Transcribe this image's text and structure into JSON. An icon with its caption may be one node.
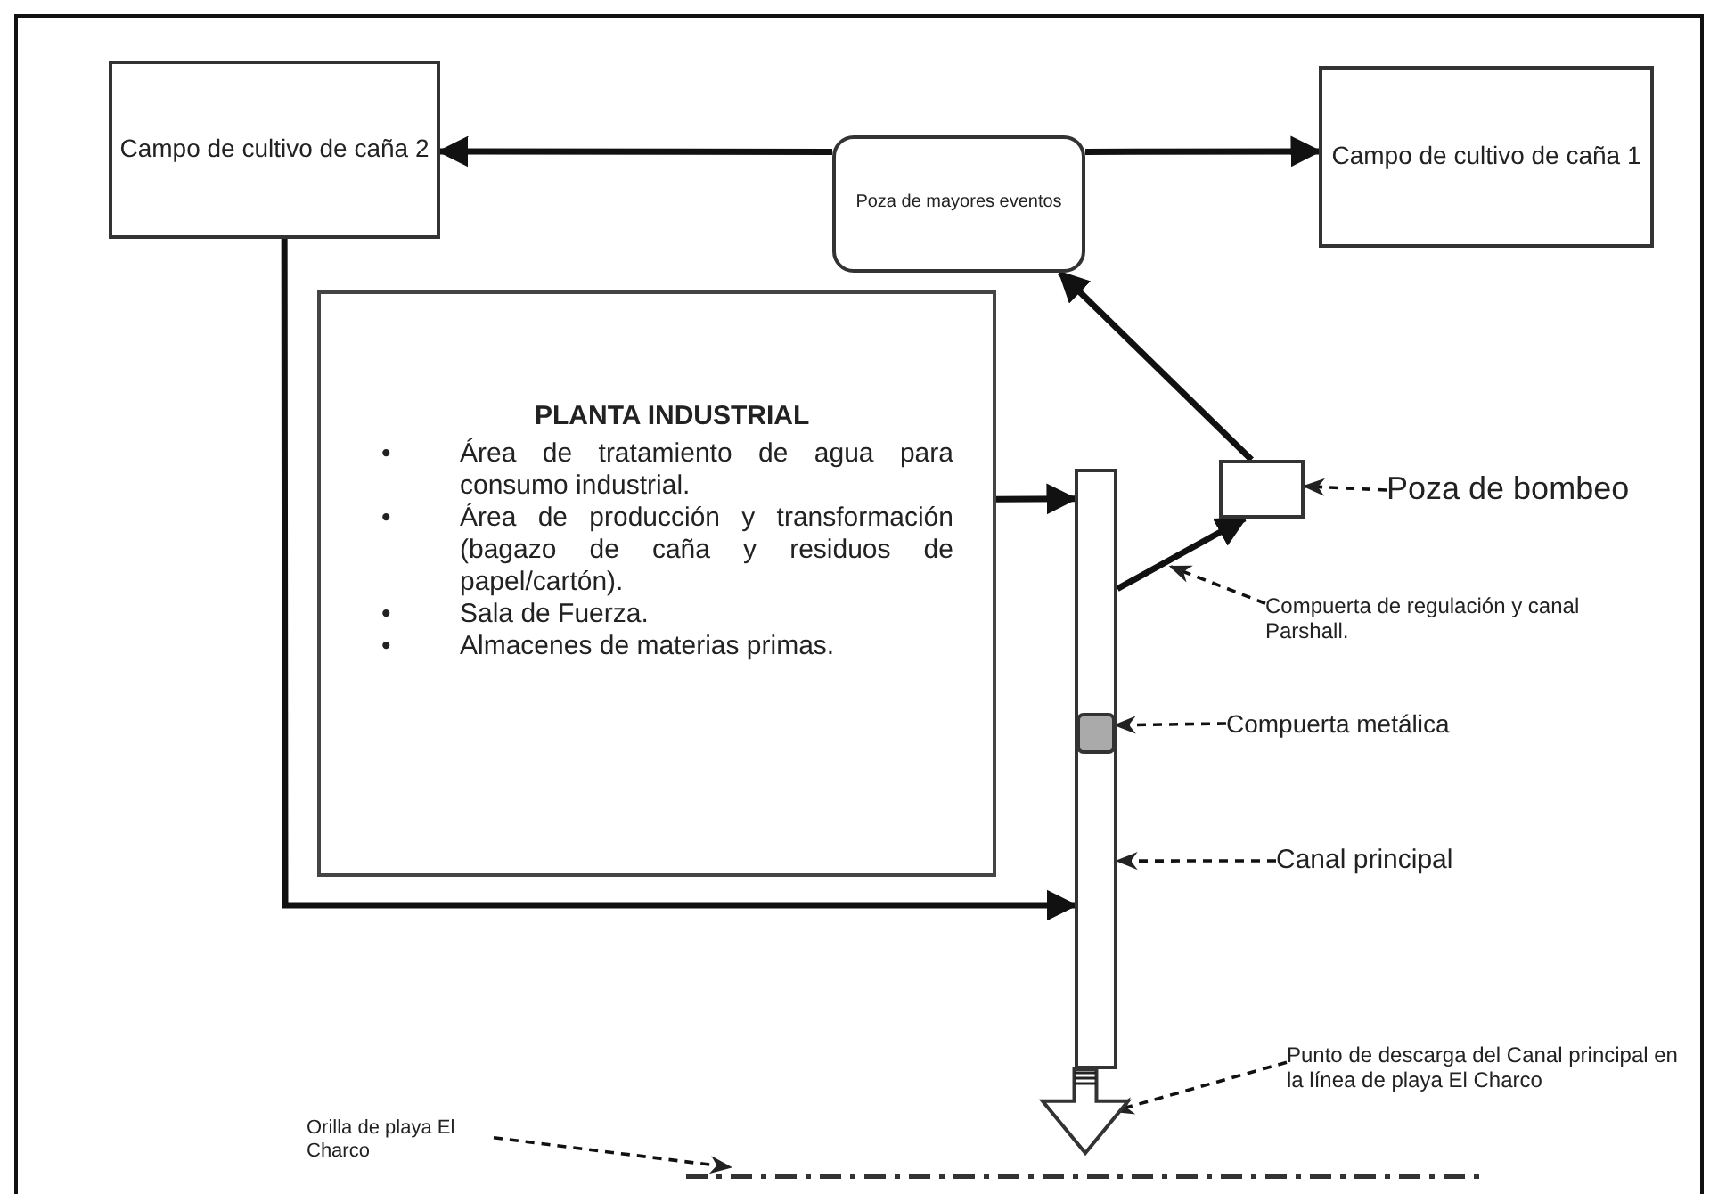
{
  "diagram": {
    "nodes": [
      {
        "text": [
          "Campo de cultivo de caña 2"
        ]
      },
      {
        "text": [
          "Poza de mayores eventos"
        ]
      },
      {
        "text": [
          "Campo de cultivo de caña 1"
        ]
      },
      {
        "text": [
          "PLANTA INDUSTRIAL",
          "Área de tratamiento de agua para consumo industrial.",
          "Área de producción y transformación (bagazo de caña y residuos de papel/cartón).",
          "Sala de Fuerza.",
          "Almacenes de materias primas."
        ]
      },
      {
        "text": [],
        "shape": "bar"
      },
      {
        "text": [],
        "shape": "box"
      },
      {
        "text": [],
        "shape": "box",
        "in": 4
      },
      {
        "text": [],
        "shape": "arrow"
      },
      {
        "text": [],
        "shape": "line"
      },
      {
        "text": [
          "Poza de bombeo"
        ]
      },
      {
        "text": [
          "Compuerta de regulación y canal Parshall."
        ]
      },
      {
        "text": [
          "Compuerta metálica"
        ]
      },
      {
        "text": [
          "Canal principal"
        ]
      },
      {
        "text": [
          "Punto de descarga del Canal principal en la línea de playa El Charco"
        ]
      },
      {
        "text": [
          "Orilla de playa El Charco"
        ]
      }
    ],
    "edges": [
      {
        "from": 1,
        "to": 0,
        "arrow": "to",
        "style": "thick"
      },
      {
        "from": 1,
        "to": 2,
        "arrow": "to",
        "style": "thick"
      },
      {
        "from": 0,
        "to": 4,
        "arrow": "to",
        "style": "thick"
      },
      {
        "from": 3,
        "to": 4,
        "arrow": "to",
        "style": "thick"
      },
      {
        "from": 4,
        "to": 5,
        "arrow": "to",
        "style": "thick"
      },
      {
        "from": 5,
        "to": 1,
        "arrow": "to",
        "style": "thick"
      },
      {
        "from": 9,
        "to": 5,
        "arrow": "to",
        "style": "dashed"
      },
      {
        "from": 10,
        "to": null,
        "arrow": "to",
        "style": "dashed"
      },
      {
        "from": 11,
        "to": 6,
        "arrow": "to",
        "style": "dashed"
      },
      {
        "from": 12,
        "to": 4,
        "arrow": "to",
        "style": "dashed"
      },
      {
        "from": 13,
        "to": 7,
        "arrow": "to",
        "style": "dashed"
      },
      {
        "from": 14,
        "to": 8,
        "arrow": "to",
        "style": "dashed"
      }
    ],
    "labels": [
      "•",
      "•",
      "•",
      "•"
    ]
  }
}
